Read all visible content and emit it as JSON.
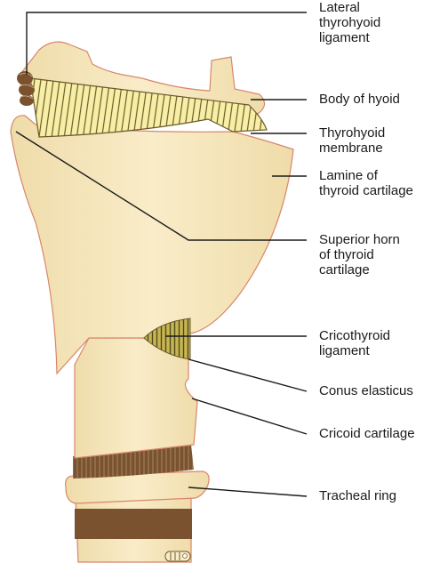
{
  "labels": {
    "lateral_thyrohyoid_ligament": [
      "Lateral",
      "thyrohyoid",
      "ligament"
    ],
    "body_of_hyoid": [
      "Body of hyoid"
    ],
    "thyrohyoid_membrane": [
      "Thyrohyoid",
      "membrane"
    ],
    "lamine_of_thyroid_cartilage": [
      "Lamine of",
      "thyroid cartilage"
    ],
    "superior_horn": [
      "Superior horn",
      "of thyroid",
      "cartilage"
    ],
    "cricothyroid_ligament": [
      "Cricothyroid",
      "ligament"
    ],
    "conus_elasticus": [
      "Conus elasticus"
    ],
    "cricoid_cartilage": [
      "Cricoid cartilage"
    ],
    "tracheal_ring": [
      "Tracheal ring"
    ]
  },
  "colors": {
    "cartilage_fill": "#f3e3b6",
    "cartilage_outline": "#d9866b",
    "membrane_fill": "#f8efa6",
    "membrane_stripe": "#6a5a2c",
    "tracheal_band": "#7a5230",
    "ligament_fill": "#b7a344",
    "leader_line": "#1a1a1a"
  }
}
